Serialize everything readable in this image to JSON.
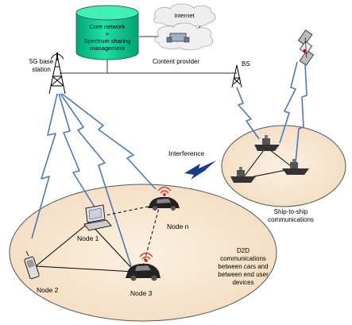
{
  "core": {
    "line1": "Core network",
    "line2": "+",
    "line3": "Spectrum sharing",
    "line4": "management"
  },
  "internet": "Internet",
  "content_provider": "Content provider",
  "base_station": {
    "line1": "5G base",
    "line2": "station"
  },
  "bs": "BS",
  "interference": "Interference",
  "ship_label": {
    "line1": "Ship-to-ship",
    "line2": "communications"
  },
  "nodes": {
    "n1": "Node 1",
    "n2": "Node 2",
    "n3": "Node 3",
    "nn": "Node n"
  },
  "d2d": {
    "line1": "D2D",
    "line2": "communications",
    "line3": "between cars and",
    "line4": "between end user",
    "line5": "devices"
  },
  "colors": {
    "cylinder": "#00c08a",
    "d2d_area": "#f8e8d2",
    "lightning": "#4a7ab8",
    "interference": "#1a3a8c",
    "signal": "#e02020"
  }
}
